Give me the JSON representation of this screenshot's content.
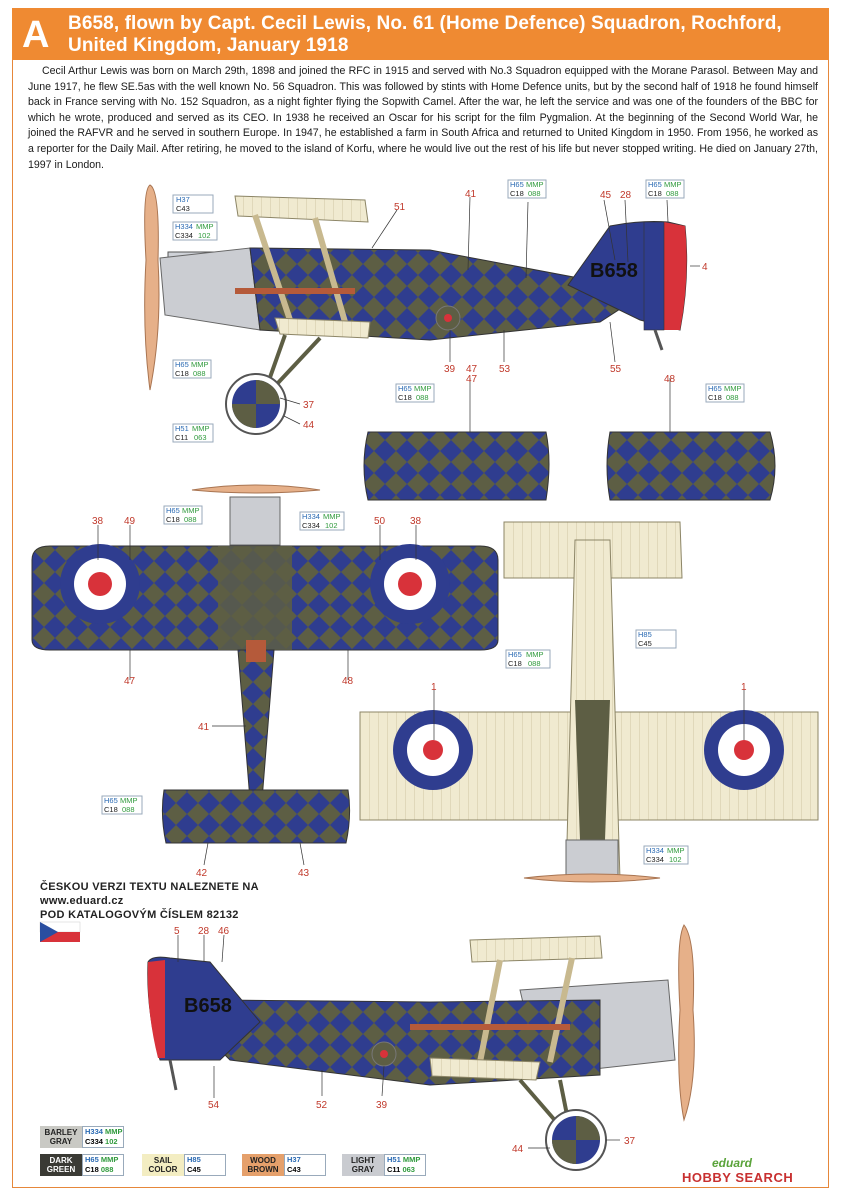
{
  "profile": {
    "letter": "A",
    "title": "B658, flown by Capt. Cecil Lewis, No. 61 (Home Defence) Squadron, Rochford, United Kingdom, January 1918",
    "bio": "Cecil Arthur Lewis was born on March 29th, 1898 and joined the RFC in 1915 and served with No.3 Squadron equipped with the Morane Parasol. Between May and June 1917, he flew SE.5as with the well known No. 56 Squadron. This was followed by stints with Home Defence units, but by the second half of 1918 he found himself back in France serving with No. 152 Squadron, as a night fighter flying the Sopwith Camel. After the war, he left the service and was one of the founders of the BBC for which he wrote, produced and served as its CEO. In 1938 he received an Oscar for his script for the film Pygmalion. At the beginning of the Second World War, he joined the RAFVR and he served in southern Europe. In 1947, he established a farm in South Africa and returned to United Kingdom in 1950. From 1956, he worked as a reporter for the Daily Mail. After retiring, he moved to the island of Korfu, where he would live out the rest of his life but never stopped writing. He died on January 27th, 1997 in London.",
    "serial": "B658"
  },
  "czech_note": {
    "line1": "ČESKOU VERZI TEXTU NALEZNETE NA",
    "line2": "www.eduard.cz",
    "line3": "POD KATALOGOVÝM ČÍSLEM 82132"
  },
  "callouts": {
    "c1": "1",
    "c4": "4",
    "c5": "5",
    "c28": "28",
    "c37": "37",
    "c38": "38",
    "c39": "39",
    "c41": "41",
    "c42": "42",
    "c43": "43",
    "c44": "44",
    "c45": "45",
    "c46": "46",
    "c47": "47",
    "c48": "48",
    "c49": "49",
    "c50": "50",
    "c51": "51",
    "c52": "52",
    "c53": "53",
    "c54": "54",
    "c55": "55"
  },
  "paint_refs": {
    "h37": "H37",
    "c43": "C43",
    "h334": "H334",
    "c334": "C334",
    "n102": "102",
    "h65": "H65",
    "c18": "C18",
    "n088": "088",
    "h51": "H51",
    "c11": "C11",
    "n063": "063",
    "h85": "H85",
    "c45": "C45",
    "mmp": "MMP"
  },
  "legend": [
    {
      "name1": "BARLEY",
      "name2": "GRAY",
      "h": "H334",
      "c": "C334",
      "m": "MMP",
      "n": "102",
      "bg": "#c9c9c4",
      "fg": "#222"
    },
    {
      "name1": "DARK",
      "name2": "GREEN",
      "h": "H65",
      "c": "C18",
      "m": "MMP",
      "n": "088",
      "bg": "#3a3a34",
      "fg": "#fff"
    },
    {
      "name1": "SAIL",
      "name2": "COLOR",
      "h": "H85",
      "c": "C45",
      "m": "",
      "n": "",
      "bg": "#f3edc2",
      "fg": "#222"
    },
    {
      "name1": "WOOD",
      "name2": "BROWN",
      "h": "H37",
      "c": "C43",
      "m": "",
      "n": "",
      "bg": "#e5a06b",
      "fg": "#222"
    },
    {
      "name1": "LIGHT",
      "name2": "GRAY",
      "h": "H51",
      "c": "C11",
      "m": "MMP",
      "n": "063",
      "bg": "#c9cbd0",
      "fg": "#222"
    }
  ],
  "brand": {
    "eduard": "eduard",
    "site": "HOBBY SEARCH"
  },
  "colors": {
    "header": "#ef8a32",
    "blue": "#2f3d8f",
    "green": "#5d5e44",
    "red": "#d8323a",
    "sail": "#f0ead0"
  }
}
